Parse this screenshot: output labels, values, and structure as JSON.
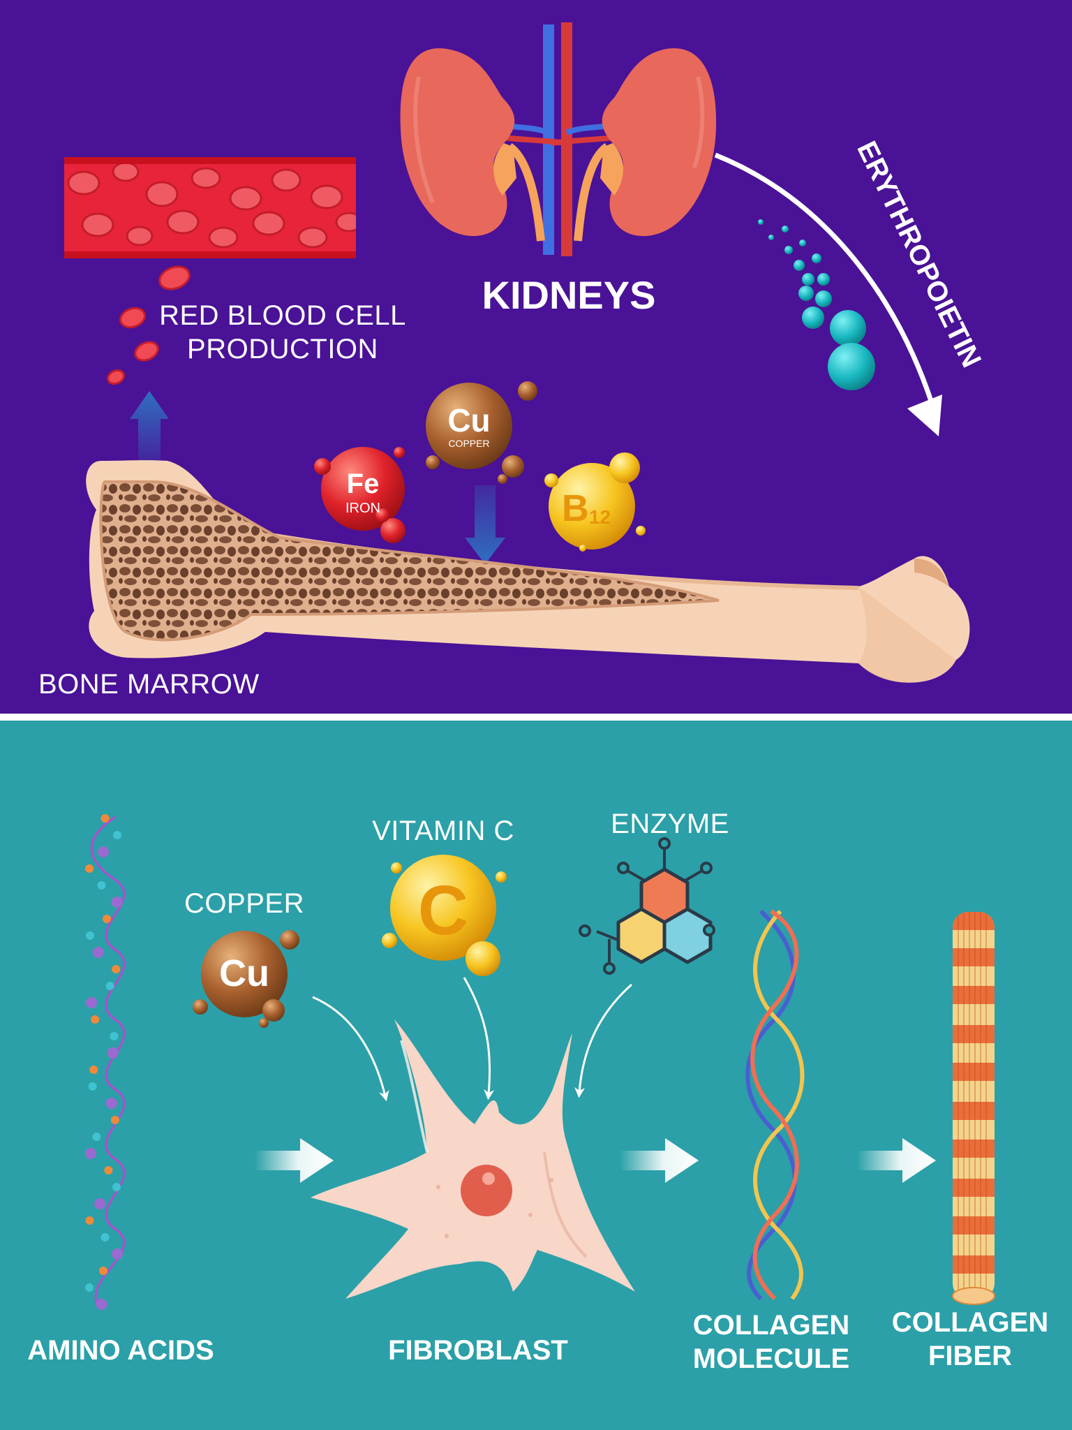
{
  "colors": {
    "top_bg": "#4a1296",
    "bottom_bg": "#2ba0a8",
    "divider": "#ffffff",
    "kidney": "#e8685c",
    "vein": "#3f6fe0",
    "artery": "#d83a3a",
    "ureter": "#f6a35c",
    "bone": "#f6d3b6",
    "marrow": "#6e4733",
    "blood": "#e8243a",
    "rbc": "#f04a54",
    "copper": "#a8602e",
    "iron": "#e0222a",
    "b12": "#f7c520",
    "vitc": "#f6b81a",
    "epo_dots": "#18b7bf",
    "fibroblast": "#f8d6c8",
    "nucleus": "#e25e4c",
    "hex_orange": "#ef7b54",
    "hex_yellow": "#f6d370",
    "hex_blue": "#7fd0e0",
    "fiber_orange": "#ea6e3a",
    "fiber_yellow": "#f4d48a",
    "arrow_blue": "#2f6fc0"
  },
  "top": {
    "kidneys_label": "KIDNEYS",
    "epo_label": "ERYTHROPOIETIN",
    "rbc_label_line1": "RED BLOOD CELL",
    "rbc_label_line2": "PRODUCTION",
    "bone_marrow_label": "BONE MARROW",
    "iron": {
      "symbol": "Fe",
      "name": "IRON"
    },
    "copper": {
      "symbol": "Cu",
      "name": "COPPER"
    },
    "b12": {
      "symbol": "B",
      "subscript": "12"
    }
  },
  "bottom": {
    "copper_label": "COPPER",
    "copper_symbol": "Cu",
    "vitc_label": "VITAMIN C",
    "vitc_symbol": "C",
    "enzyme_label": "ENZYME",
    "amino_label": "AMINO ACIDS",
    "fibroblast_label": "FIBROBLAST",
    "molecule_label_line1": "COLLAGEN",
    "molecule_label_line2": "MOLECULE",
    "fiber_label_line1": "COLLAGEN",
    "fiber_label_line2": "FIBER"
  }
}
